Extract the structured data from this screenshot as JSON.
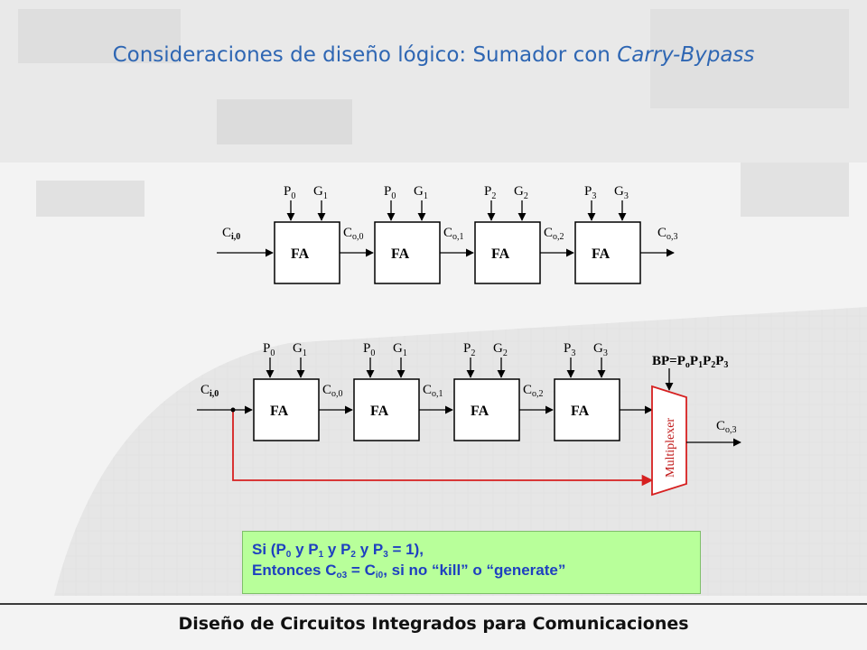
{
  "title": {
    "prefix": "Consideraciones de diseño lógico: Sumador con ",
    "emphasis": "Carry-Bypass"
  },
  "diagram": {
    "block_label": "FA",
    "top_chain": {
      "carry_in": {
        "base": "C",
        "sub": "i,0"
      },
      "inputs": [
        {
          "p": "P",
          "p_sub": "0",
          "g": "G",
          "g_sub": "1"
        },
        {
          "p": "P",
          "p_sub": "0",
          "g": "G",
          "g_sub": "1"
        },
        {
          "p": "P",
          "p_sub": "2",
          "g": "G",
          "g_sub": "2"
        },
        {
          "p": "P",
          "p_sub": "3",
          "g": "G",
          "g_sub": "3"
        }
      ],
      "carries": [
        {
          "base": "C",
          "sub": "o,0"
        },
        {
          "base": "C",
          "sub": "o,1"
        },
        {
          "base": "C",
          "sub": "o,2"
        },
        {
          "base": "C",
          "sub": "o,3"
        }
      ]
    },
    "bottom_chain": {
      "carry_in": {
        "base": "C",
        "sub": "i,0"
      },
      "inputs": [
        {
          "p": "P",
          "p_sub": "0",
          "g": "G",
          "g_sub": "1"
        },
        {
          "p": "P",
          "p_sub": "0",
          "g": "G",
          "g_sub": "1"
        },
        {
          "p": "P",
          "p_sub": "2",
          "g": "G",
          "g_sub": "2"
        },
        {
          "p": "P",
          "p_sub": "3",
          "g": "G",
          "g_sub": "3"
        }
      ],
      "carries": [
        {
          "base": "C",
          "sub": "o,0"
        },
        {
          "base": "C",
          "sub": "o,1"
        },
        {
          "base": "C",
          "sub": "o,2"
        },
        {
          "base": "C",
          "sub": "o,3"
        }
      ],
      "multiplexer_label": "Multiplexer",
      "bypass_expr": {
        "prefix": "BP=",
        "terms": [
          {
            "base": "P",
            "sub": "o"
          },
          {
            "base": "P",
            "sub": "1"
          },
          {
            "base": "P",
            "sub": "2"
          },
          {
            "base": "P",
            "sub": "3"
          }
        ]
      }
    },
    "colors": {
      "bypass_wire": "#d62020",
      "mux_outline": "#d62020"
    }
  },
  "note": {
    "line1": {
      "t0": "Si (P",
      "s0": "0",
      "t1": " y P",
      "s1": "1",
      "t2": " y P",
      "s2": "2",
      "t3": " y P",
      "s3": "3",
      "t4": " = 1),"
    },
    "line2": {
      "t0": "Entonces C",
      "s0": "o3",
      "t1": " = C",
      "s1": "i0",
      "t2": ", si no “kill” o “generate”"
    }
  },
  "footer": "Diseño de Circuitos Integrados para Comunicaciones"
}
